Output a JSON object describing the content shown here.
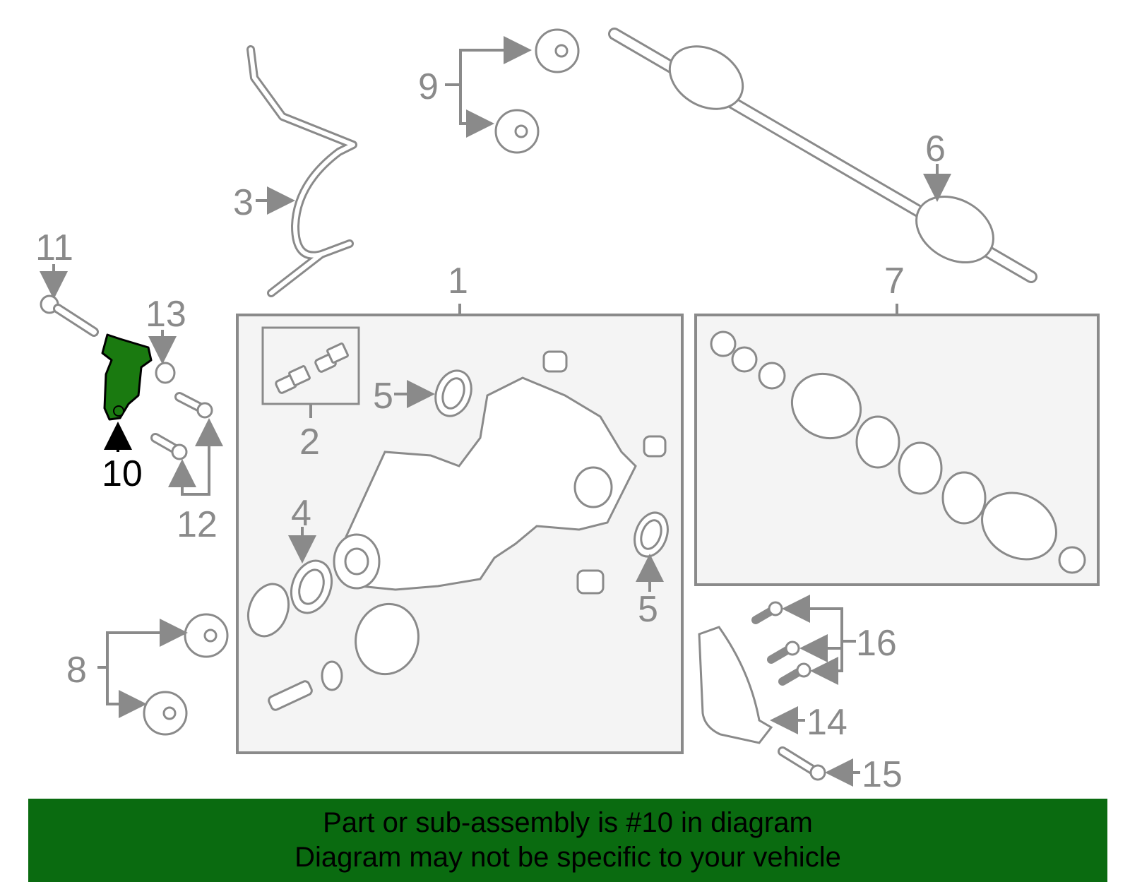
{
  "callouts": {
    "n1": "1",
    "n2": "2",
    "n3": "3",
    "n4": "4",
    "n5a": "5",
    "n5b": "5",
    "n6": "6",
    "n7": "7",
    "n8": "8",
    "n9": "9",
    "n10": "10",
    "n11": "11",
    "n12": "12",
    "n13": "13",
    "n14": "14",
    "n15": "15",
    "n16": "16"
  },
  "highlight": {
    "part_number": "10",
    "color": "#1a7a10"
  },
  "colors": {
    "line": "#8a8a8a",
    "box_fill": "#f4f4f4",
    "banner": "#0a6b10"
  },
  "banner": {
    "line1": "Part or sub-assembly is #10 in diagram",
    "line2": "Diagram may not be specific to your vehicle"
  }
}
